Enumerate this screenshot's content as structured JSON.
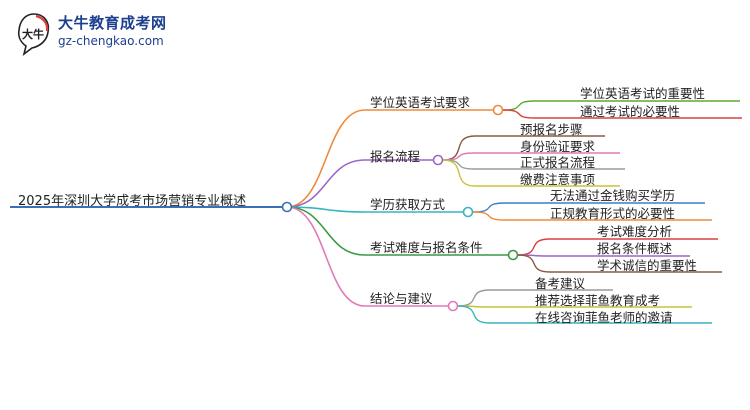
{
  "logo": {
    "title": "大牛教育成考网",
    "url": "gz-chengkao.com",
    "mark_text": "大牛"
  },
  "mindmap": {
    "root": "2025年深圳大学成考市场营销专业概述",
    "branches": [
      {
        "label": "学位英语考试要求",
        "color": "#f08a3a",
        "children": [
          {
            "label": "学位英语考试的重要性",
            "color": "#5aa832"
          },
          {
            "label": "通过考试的必要性",
            "color": "#d9403a"
          }
        ]
      },
      {
        "label": "报名流程",
        "color": "#9b66c7",
        "children": [
          {
            "label": "预报名步骤",
            "color": "#8a5a44"
          },
          {
            "label": "身份验证要求",
            "color": "#e079b8"
          },
          {
            "label": "正式报名流程",
            "color": "#9a9a9a"
          },
          {
            "label": "缴费注意事项",
            "color": "#c8c23a"
          }
        ]
      },
      {
        "label": "学历获取方式",
        "color": "#35b5c0",
        "children": [
          {
            "label": "无法通过金钱购买学历",
            "color": "#3b7fc4"
          },
          {
            "label": "正规教育形式的必要性",
            "color": "#f08a3a"
          }
        ]
      },
      {
        "label": "考试难度与报名条件",
        "color": "#3a9a45",
        "children": [
          {
            "label": "考试难度分析",
            "color": "#d9403a"
          },
          {
            "label": "报名条件概述",
            "color": "#9b66c7"
          },
          {
            "label": "学术诚信的重要性",
            "color": "#8a5a44"
          }
        ]
      },
      {
        "label": "结论与建议",
        "color": "#e079b8",
        "children": [
          {
            "label": "备考建议",
            "color": "#9a9a9a"
          },
          {
            "label": "推荐选择菲鱼教育成考",
            "color": "#c8c23a"
          },
          {
            "label": "在线咨询菲鱼老师的邀请",
            "color": "#35b5c0"
          }
        ]
      }
    ]
  },
  "colors": {
    "root_line": "#3b6fb6",
    "logo_text": "#1d3f8f",
    "logo_accent": "#d9403a"
  }
}
